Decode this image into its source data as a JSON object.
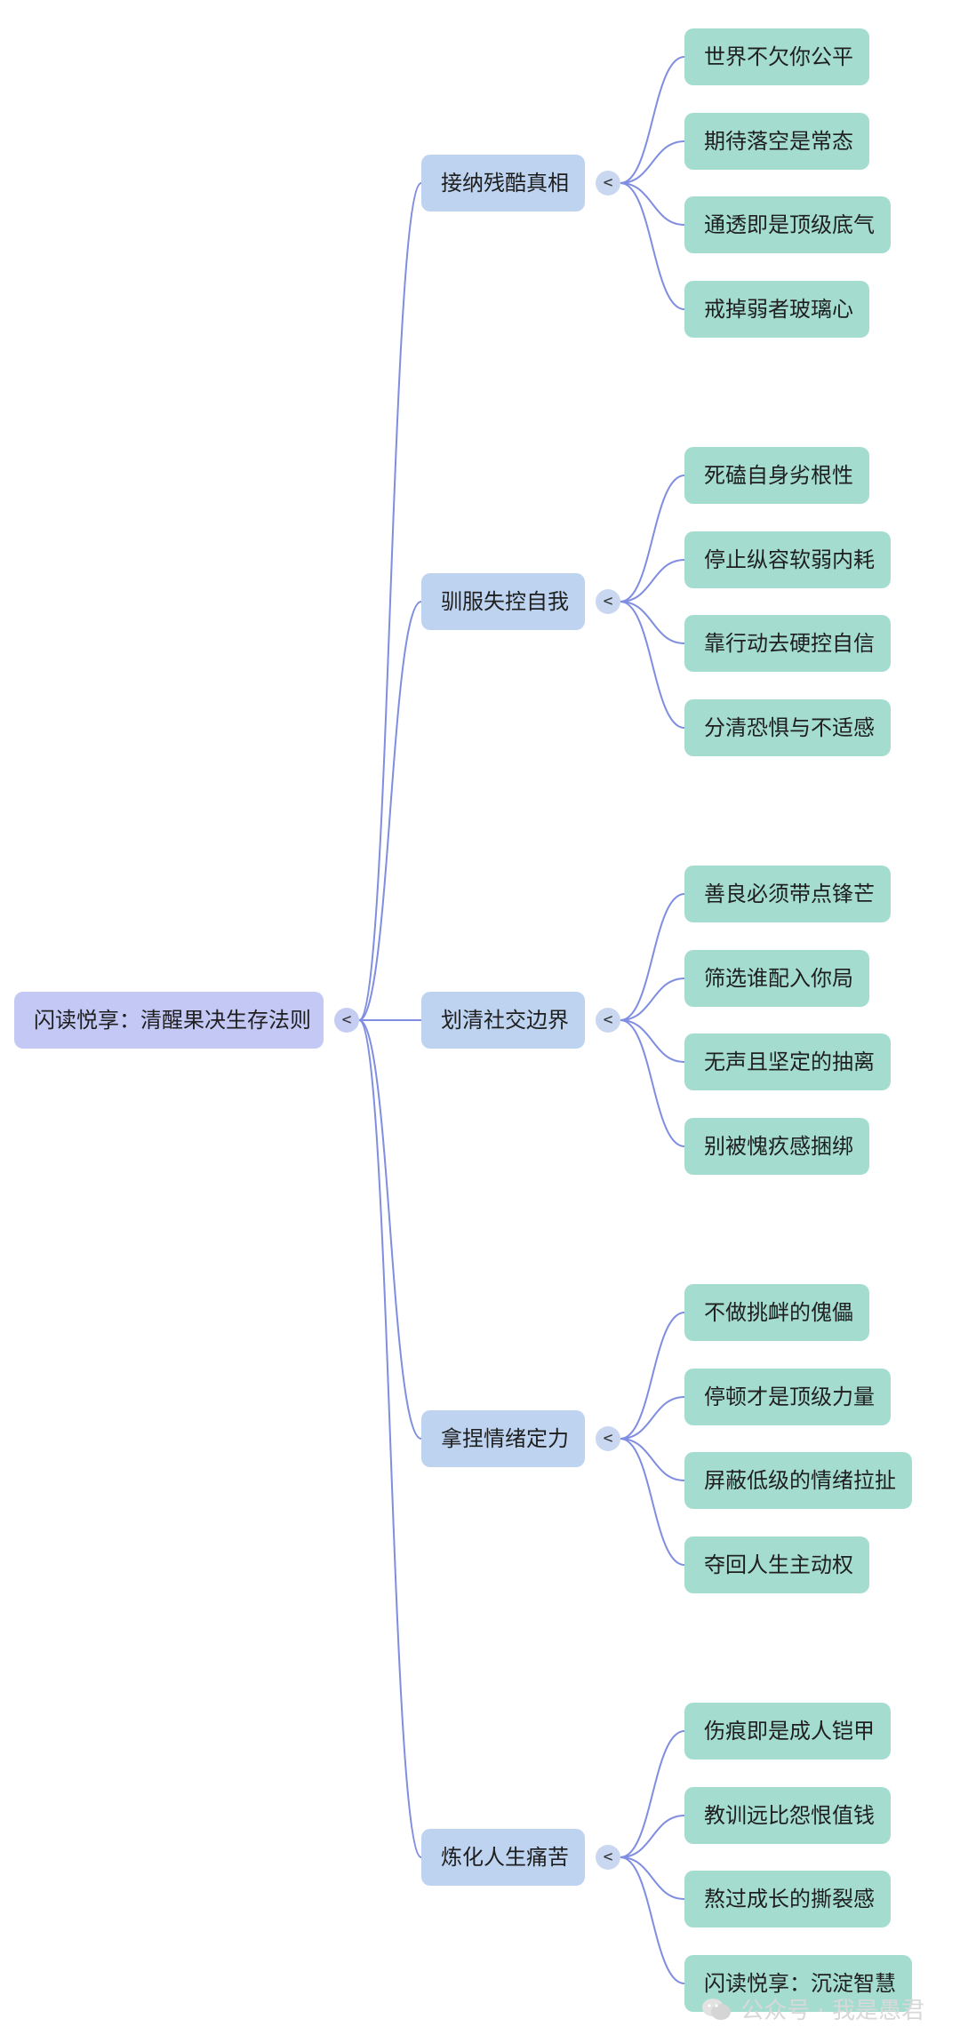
{
  "root": {
    "label": "闪读悦享：清醒果决生存法则",
    "toggle": "<"
  },
  "branches": [
    {
      "label": "接纳残酷真相",
      "toggle": "<",
      "leaves": [
        "世界不欠你公平",
        "期待落空是常态",
        "通透即是顶级底气",
        "戒掉弱者玻璃心"
      ]
    },
    {
      "label": "驯服失控自我",
      "toggle": "<",
      "leaves": [
        "死磕自身劣根性",
        "停止纵容软弱内耗",
        "靠行动去硬控自信",
        "分清恐惧与不适感"
      ]
    },
    {
      "label": "划清社交边界",
      "toggle": "<",
      "leaves": [
        "善良必须带点锋芒",
        "筛选谁配入你局",
        "无声且坚定的抽离",
        "别被愧疚感捆绑"
      ]
    },
    {
      "label": "拿捏情绪定力",
      "toggle": "<",
      "leaves": [
        "不做挑衅的傀儡",
        "停顿才是顶级力量",
        "屏蔽低级的情绪拉扯",
        "夺回人生主动权"
      ]
    },
    {
      "label": "炼化人生痛苦",
      "toggle": "<",
      "leaves": [
        "伤痕即是成人铠甲",
        "教训远比怨恨值钱",
        "熬过成长的撕裂感",
        "闪读悦享：沉淀智慧"
      ]
    }
  ],
  "watermark": {
    "text": "公众号 · 我是愚君",
    "icon": "wechat-icon"
  },
  "colors": {
    "root": "#c3c8f5",
    "branch": "#bdd3f0",
    "leaf": "#a4ddcf",
    "line": "#7f8ee0"
  }
}
